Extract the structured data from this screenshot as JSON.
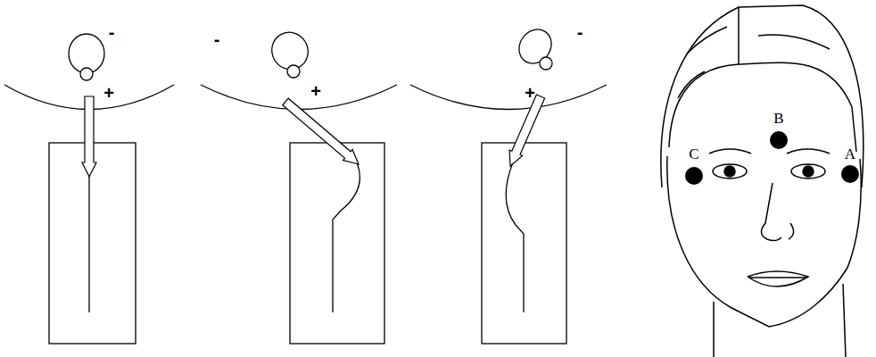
{
  "diagram": {
    "labels": [
      "-",
      "+",
      "-",
      "+",
      "-",
      "+",
      "B",
      "C",
      "A"
    ]
  }
}
